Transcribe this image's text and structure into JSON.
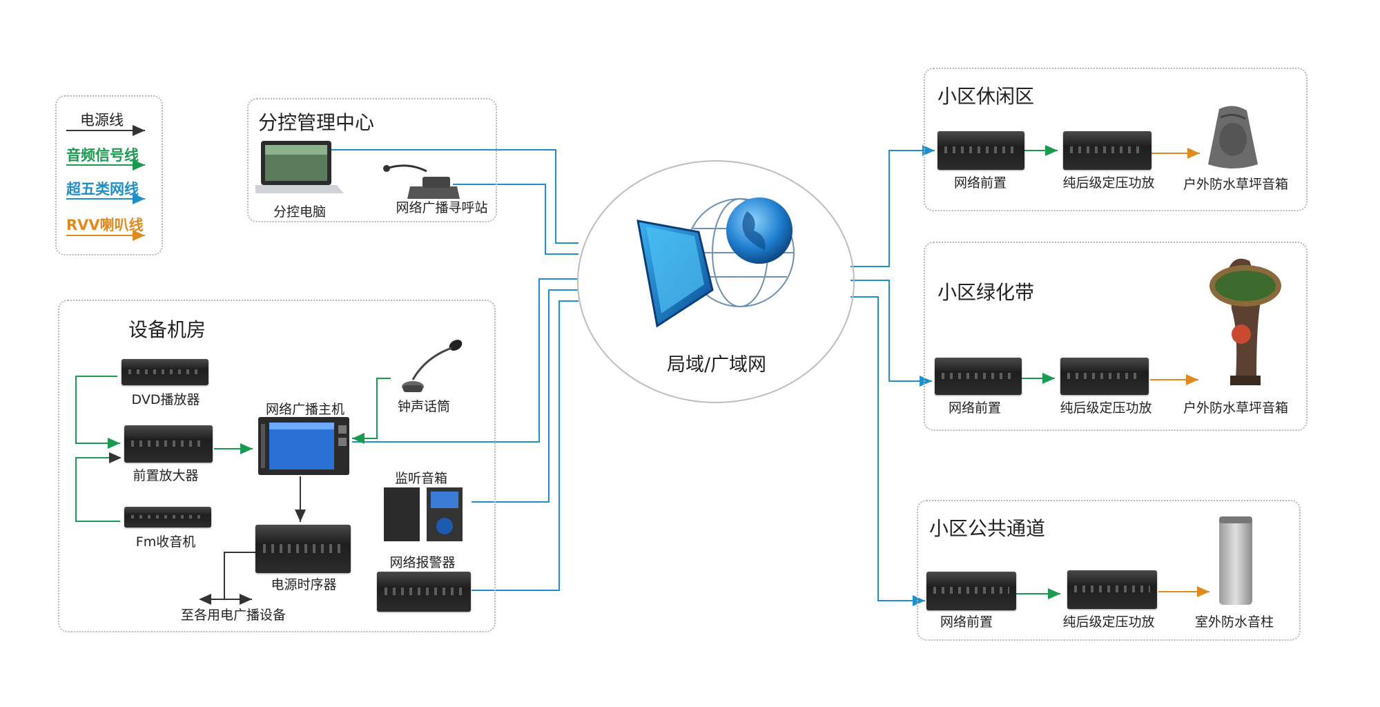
{
  "legend": [
    {
      "label": "电源线",
      "color": "#333333"
    },
    {
      "label": "音频信号线",
      "color": "#1a9a4f"
    },
    {
      "label": "超五类网线",
      "color": "#1e8fc8"
    },
    {
      "label": "RVV喇叭线",
      "color": "#e08a1e"
    }
  ],
  "center": {
    "label": "局域/广域网",
    "icon": "globe-monitor-icon"
  },
  "control_center": {
    "title": "分控管理中心",
    "pc_label": "分控电脑",
    "paging_label": "网络广播寻呼站"
  },
  "equipment_room": {
    "title": "设备机房",
    "dvd_label": "DVD播放器",
    "preamp_label": "前置放大器",
    "fm_label": "Fm收音机",
    "host_label": "网络广播主机",
    "chime_mic_label": "钟声话筒",
    "monitor_label": "监听音箱",
    "power_seq_label": "电源时序器",
    "alarm_label": "网络报警器",
    "to_all_label": "至各用电广播设备"
  },
  "zones": [
    {
      "title": "小区休闲区",
      "preamp": "网络前置",
      "amp": "纯后级定压功放",
      "speaker": "户外防水草坪音箱",
      "speaker_icon": "rock-speaker-icon"
    },
    {
      "title": "小区绿化带",
      "preamp": "网络前置",
      "amp": "纯后级定压功放",
      "speaker": "户外防水草坪音箱",
      "speaker_icon": "tree-speaker-icon"
    },
    {
      "title": "小区公共通道",
      "preamp": "网络前置",
      "amp": "纯后级定压功放",
      "speaker": "室外防水音柱",
      "speaker_icon": "column-speaker-icon"
    }
  ]
}
